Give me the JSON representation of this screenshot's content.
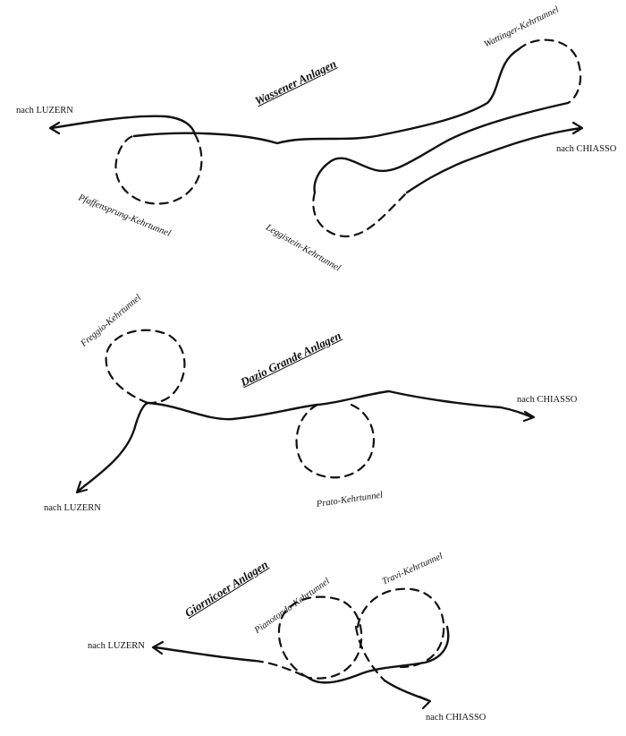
{
  "sections": {
    "wassen": {
      "title": "Wassener Anlagen",
      "tunnels": [
        "Wattinger-Kehrtunnel",
        "Pfaffensprung-Kehrtunnel",
        "Leggistein-Kehrtunnel"
      ],
      "destinations": [
        "nach LUZERN",
        "nach CHIASSO"
      ]
    },
    "dazio": {
      "title": "Dazio Grande Anlagen",
      "tunnels": [
        "Freggio-Kehrtunnel",
        "Prato-Kehrtunnel"
      ],
      "destinations": [
        "nach CHIASSO",
        "nach LUZERN"
      ]
    },
    "giornico": {
      "title": "Giornicoer Anlagen",
      "tunnels": [
        "Pianotondo-Kehrtunnel",
        "Travi-Kehrtunnel"
      ],
      "destinations": [
        "nach LUZERN",
        "nach CHIASSO"
      ]
    }
  }
}
